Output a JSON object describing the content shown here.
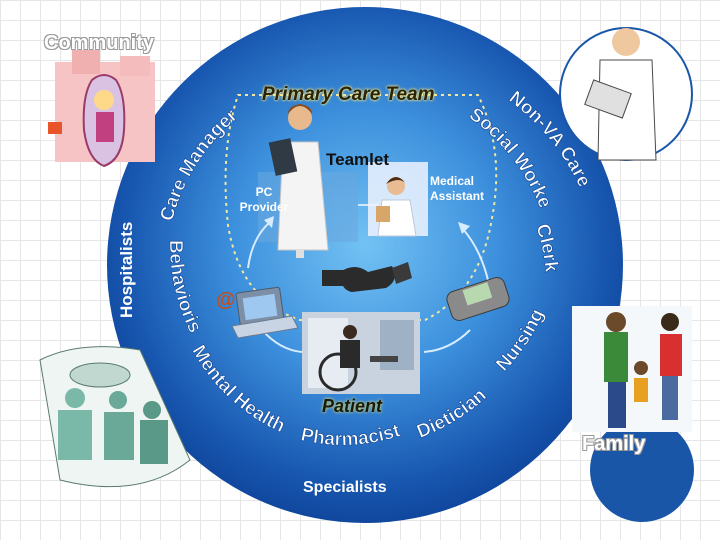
{
  "corner_labels": {
    "community": "Community",
    "family": "Family"
  },
  "team": {
    "title": "Primary Care Team",
    "teamlet": "Teamlet",
    "pc_provider": "PC Provider",
    "medical_assistant": "Medical Assistant",
    "patient": "Patient"
  },
  "ring_labels": {
    "care_manager": "Care Manager",
    "social_worker": "Social Worker",
    "non_va_care": "Non-VA Care",
    "clerk": "Clerk",
    "nursing": "Nursing",
    "dietician": "Dietician",
    "pharmacist": "Pharmacist",
    "mental_health": "Mental Health",
    "behaviorist": "Behaviorist",
    "hospitalists": "Hospitalists",
    "specialists": "Specialists"
  },
  "icons": {
    "email": "@"
  },
  "colors": {
    "circle_center": "#5fb2ee",
    "circle_edge": "#0c3f94",
    "ring_text": "#ffffff",
    "team_title": "#2b2208",
    "dashed_border": "#f2e7a0",
    "family_circle": "#1a56a8"
  }
}
